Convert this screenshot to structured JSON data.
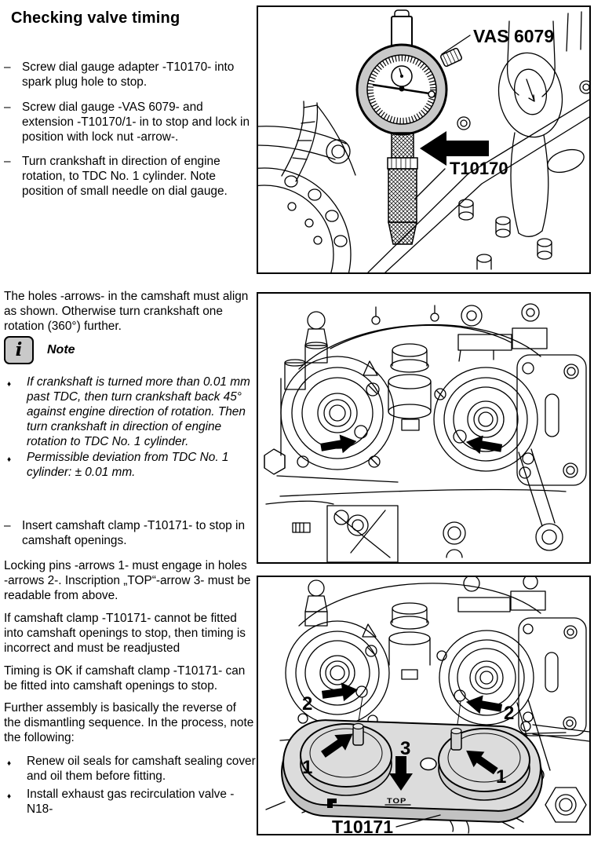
{
  "title": "Checking valve timing",
  "markers": {
    "dash": "–",
    "diamond": "♦"
  },
  "left": {
    "steps": [
      "Screw dial gauge adapter -T10170- into\nspark plug hole to stop.",
      "Screw dial gauge -VAS 6079- and\nextension -T10170/1- in to stop and lock in\nposition with lock nut -arrow-.",
      "Turn crankshaft in direction of engine\nrotation, to TDC No. 1 cylinder. Note\nposition of small needle on dial gauge."
    ],
    "para_align": "The holes -arrows- in the camshaft must align\nas shown. Otherwise turn crankshaft one\nrotation (360°) further.",
    "note_icon_glyph": "i",
    "note_label": "Note",
    "note_items": [
      "If crankshaft is turned more than 0.01 mm\npast TDC, then turn crankshaft back 45°\nagainst engine direction of rotation. Then\nturn crankshaft in direction of engine\nrotation to TDC No. 1 cylinder.",
      "Permissible deviation from TDC No. 1\ncylinder: ± 0.01 mm."
    ],
    "step_insert": "Insert camshaft clamp -T10171- to stop in\ncamshaft openings.",
    "para_locking": "Locking pins -arrows 1- must engage in holes\n-arrows 2-. Inscription „TOP“-arrow 3- must be\nreadable from above.",
    "para_cannot": "If camshaft clamp -T10171- cannot be fitted\ninto camshaft openings to stop, then timing is\nincorrect and must be readjusted",
    "para_ok": "Timing is OK if camshaft clamp -T10171- can\nbe fitted into camshaft openings to stop.",
    "para_further": "Further assembly is basically the reverse of\nthe dismantling sequence. In the process, note\nthe following:",
    "final_items": [
      "Renew oil seals for camshaft sealing cover\nand oil them before fitting.",
      "Install exhaust gas recirculation valve -\nN18-"
    ]
  },
  "figures": {
    "fig1": {
      "label_vas": "VAS 6079",
      "label_tool": "T10170"
    },
    "fig3": {
      "label_tool": "T10171",
      "label_pin": "1",
      "label_pin_b": "1",
      "label_hole": "2",
      "label_hole_b": "2",
      "label_top_arrow": "3",
      "inscription": "TOP"
    }
  },
  "colors": {
    "line": "#000000",
    "ring_gray": "#cccccc",
    "clamp_gray": "#dcdcdc"
  }
}
